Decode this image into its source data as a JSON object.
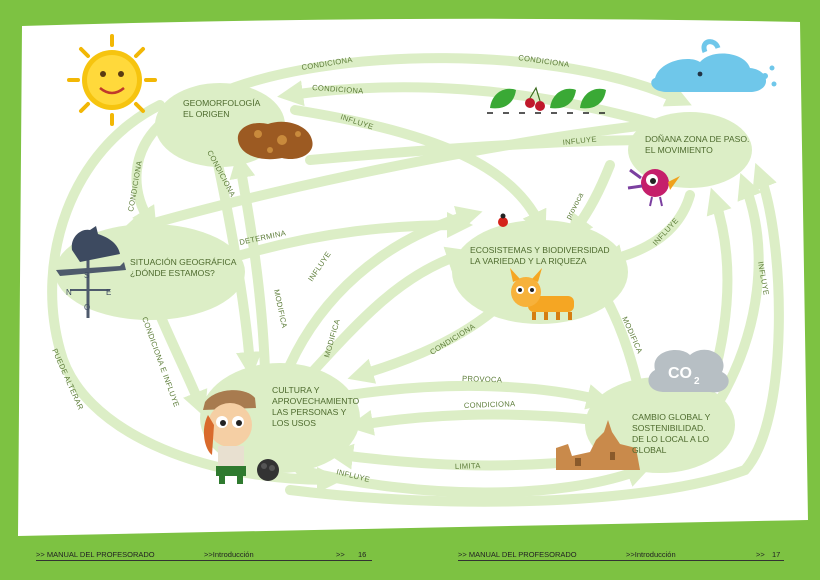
{
  "colors": {
    "border_green": "#7dc242",
    "flow_green": "#dceec6",
    "text_green": "#4d6a2d",
    "label_green": "#5c7c38"
  },
  "nodes": {
    "geomorfologia": [
      "GEOMORFOLOGÍA",
      "EL ORIGEN"
    ],
    "donana": [
      "DOÑANA ZONA DE PASO.",
      "EL MOVIMIENTO"
    ],
    "situacion": [
      "SITUACIÓN GEOGRÁFICA",
      "¿DÓNDE ESTAMOS?"
    ],
    "ecosistemas": [
      "ECOSISTEMAS Y BIODIVERSIDAD",
      "LA VARIEDAD Y LA RIQUEZA"
    ],
    "cultura": [
      "CULTURA Y",
      "APROVECHAMIENTO",
      "LAS PERSONAS Y",
      "LOS USOS"
    ],
    "cambio": [
      "CAMBIO GLOBAL Y",
      "SOSTENIBILIDAD.",
      "DE LO LOCAL A LO",
      "GLOBAL"
    ]
  },
  "edges": {
    "condiciona_top": "CONDICIONA",
    "condiciona_mid_top": "CONDICIONA",
    "influye_top": "INFLUYE",
    "influye_mid": "INFLUYE",
    "condiciona_left": "CONDICIONA",
    "condiciona_geo": "CONDICIONA",
    "determina": "DETERMINA",
    "provoca_right": "provoca",
    "influye_donana": "INFLUYE",
    "influye_right": "INFLUYE",
    "influye_center": "INFLUYE",
    "modifica_center": "MODIFICA",
    "modifica_left": "MODIFICA",
    "condiciona_influye": "CONDICIONA E INFLUYE",
    "puede_alterar": "PUEDE ALTERAR",
    "condiciona_eco": "CONDICIONA",
    "modifica_right": "MODIFICA",
    "provoca_bottom": "PROVOCA",
    "condiciona_bottom": "CONDICIONA",
    "limita": "LIMITA",
    "influye_bottom": "INFLUYE"
  },
  "icons": {
    "co2": [
      "CO",
      "2"
    ],
    "compass": [
      "N",
      "S",
      "E",
      "O"
    ]
  },
  "footer": {
    "left_manual": ">> MANUAL DEL PROFESORADO",
    "left_section": ">>Introducción",
    "left_marker": ">>",
    "left_page": "16",
    "right_manual": ">> MANUAL DEL PROFESORADO",
    "right_section": ">>Introducción",
    "right_marker": ">>",
    "right_page": "17"
  }
}
